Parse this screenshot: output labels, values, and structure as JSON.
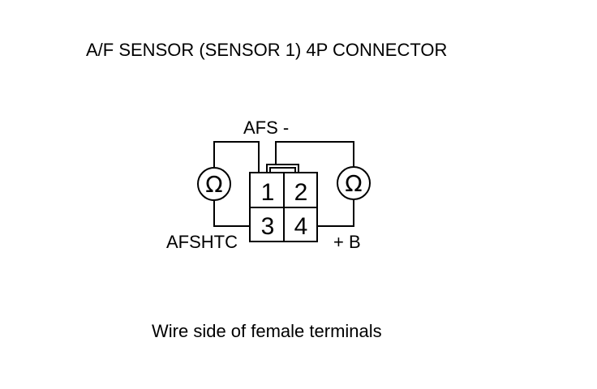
{
  "title": "A/F SENSOR (SENSOR 1) 4P CONNECTOR",
  "labels": {
    "afs_minus": "AFS -",
    "afshtc": "AFSHTC",
    "plus_b": "+ B"
  },
  "connector": {
    "pins": [
      "1",
      "2",
      "3",
      "4"
    ]
  },
  "meters": {
    "symbol": "Ω",
    "icon": "ohmmeter-icon"
  },
  "caption": "Wire side of female terminals"
}
